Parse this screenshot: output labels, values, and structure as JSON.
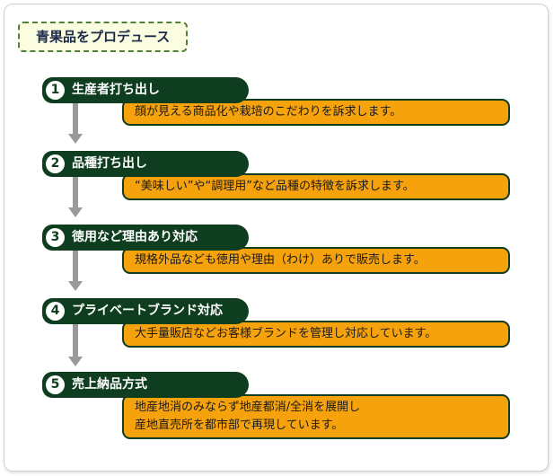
{
  "title": "青果品をプロデュース",
  "steps": [
    {
      "number": "1",
      "label": "生産者打ち出し",
      "description": [
        "顔が見える商品化や栽培のこだわりを訴求します。"
      ]
    },
    {
      "number": "2",
      "label": "品種打ち出し",
      "description": [
        "“美味しい”や“調理用”など品種の特徴を訴求します。"
      ]
    },
    {
      "number": "3",
      "label": "徳用など理由あり対応",
      "description": [
        "規格外品なども徳用や理由（わけ）ありで販売します。"
      ]
    },
    {
      "number": "4",
      "label": "プライベートブランド対応",
      "description": [
        "大手量販店などお客様ブランドを管理し対応しています。"
      ]
    },
    {
      "number": "5",
      "label": "売上納品方式",
      "description": [
        "地産地消のみならず地産都消/全消を展開し",
        "産地直売所を都市部で再現しています。"
      ]
    }
  ],
  "colors": {
    "title_bg": "#0f3d1f",
    "desc_bg": "#f5a20c",
    "arrow": "#9a9a9a",
    "header_border": "#4f7f3a",
    "header_bg": "#fbfde0"
  }
}
